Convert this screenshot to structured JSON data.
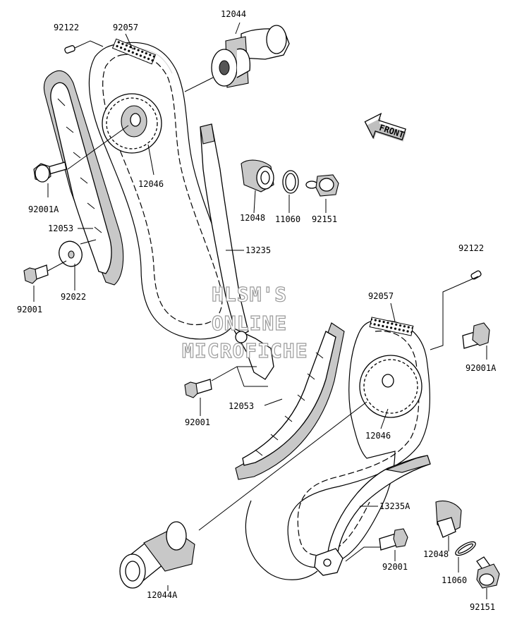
{
  "labels": {
    "l92122a": "92122",
    "l92057a": "92057",
    "l12044": "12044",
    "l92001Aa": "92001A",
    "l12046a": "12046",
    "l12048a": "12048",
    "l11060a": "11060",
    "l92151a": "92151",
    "l12053a": "12053",
    "l13235": "13235",
    "l92001a": "92001",
    "l92022": "92022",
    "l92122b": "92122",
    "l92057b": "92057",
    "l92001Ab": "92001A",
    "l92001b": "92001",
    "l12053b": "12053",
    "l12046b": "12046",
    "l13235A": "13235A",
    "l12048b": "12048",
    "l92001c": "92001",
    "l11060b": "11060",
    "l92151b": "92151",
    "l12044A": "12044A"
  },
  "front_arrow": "FRONT",
  "watermark": {
    "line1": "HLSM'S",
    "line2": "ONLINE",
    "line3": "MICROFICHE"
  }
}
